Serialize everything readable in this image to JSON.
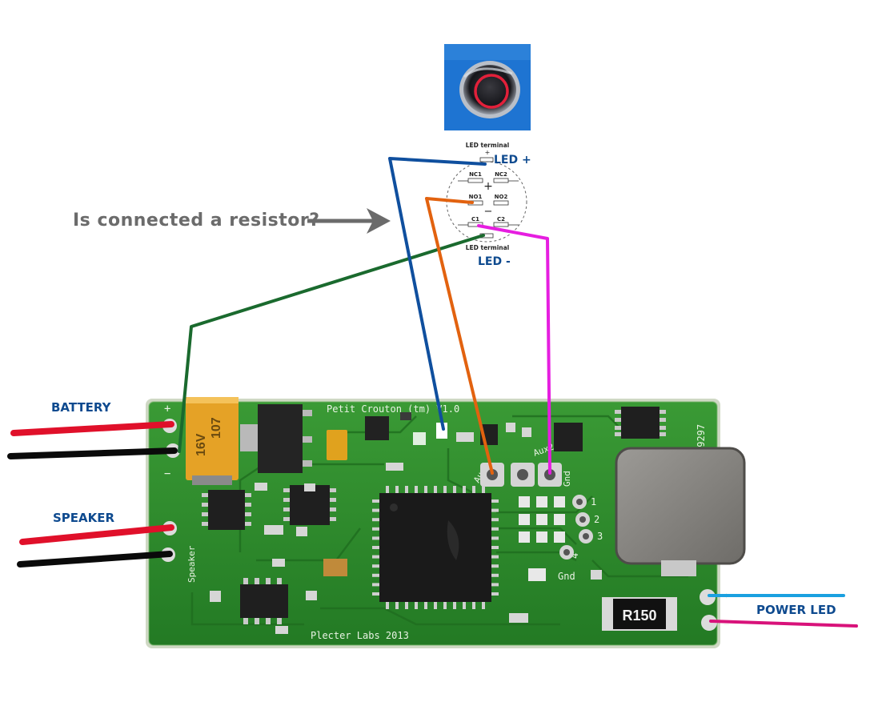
{
  "question": "Is connected a resistor?",
  "labels": {
    "battery": "BATTERY",
    "speaker": "SPEAKER",
    "power_led": "POWER LED",
    "led_plus": "LED +",
    "led_minus": "LED -"
  },
  "switch_diagram": {
    "led_terminal_top": "LED terminal",
    "led_terminal_bottom": "LED terminal",
    "plus_sign": "+",
    "minus_sign": "−",
    "nc1": "NC1",
    "nc2": "NC2",
    "no1": "NO1",
    "no2": "NO2",
    "c1": "C1",
    "c2": "C2"
  },
  "board": {
    "title": "Petit Crouton (tm) V1.0",
    "maker": "Plecter Labs 2013",
    "serial": "79297",
    "resistor": "R150",
    "cap_text_1": "107",
    "cap_text_2": "16V",
    "pad_aux1": "Aux1",
    "pad_aux2": "Aux2",
    "pad_gnd_top": "Gnd",
    "pad_gnd_bottom": "Gnd",
    "pad_1": "1",
    "pad_2": "2",
    "pad_3": "3",
    "pad_4": "4",
    "speaker_silk": "Speaker",
    "plus_top": "+",
    "minus_left": "−",
    "plus_right": "+",
    "minus_right": "−"
  },
  "colors": {
    "label_blue": "#0e4a8f",
    "question_gray": "#6b6b6b",
    "pcb_green": "#2f8a2c",
    "wire_red": "#e0102a",
    "wire_black": "#0a0a0a",
    "wire_blue": "#0f4f9e",
    "wire_orange": "#e2620f",
    "wire_magenta": "#e61ee0",
    "wire_green": "#1a6a2e",
    "wire_cyan": "#1aa0e0",
    "wire_pink": "#d8127a"
  }
}
